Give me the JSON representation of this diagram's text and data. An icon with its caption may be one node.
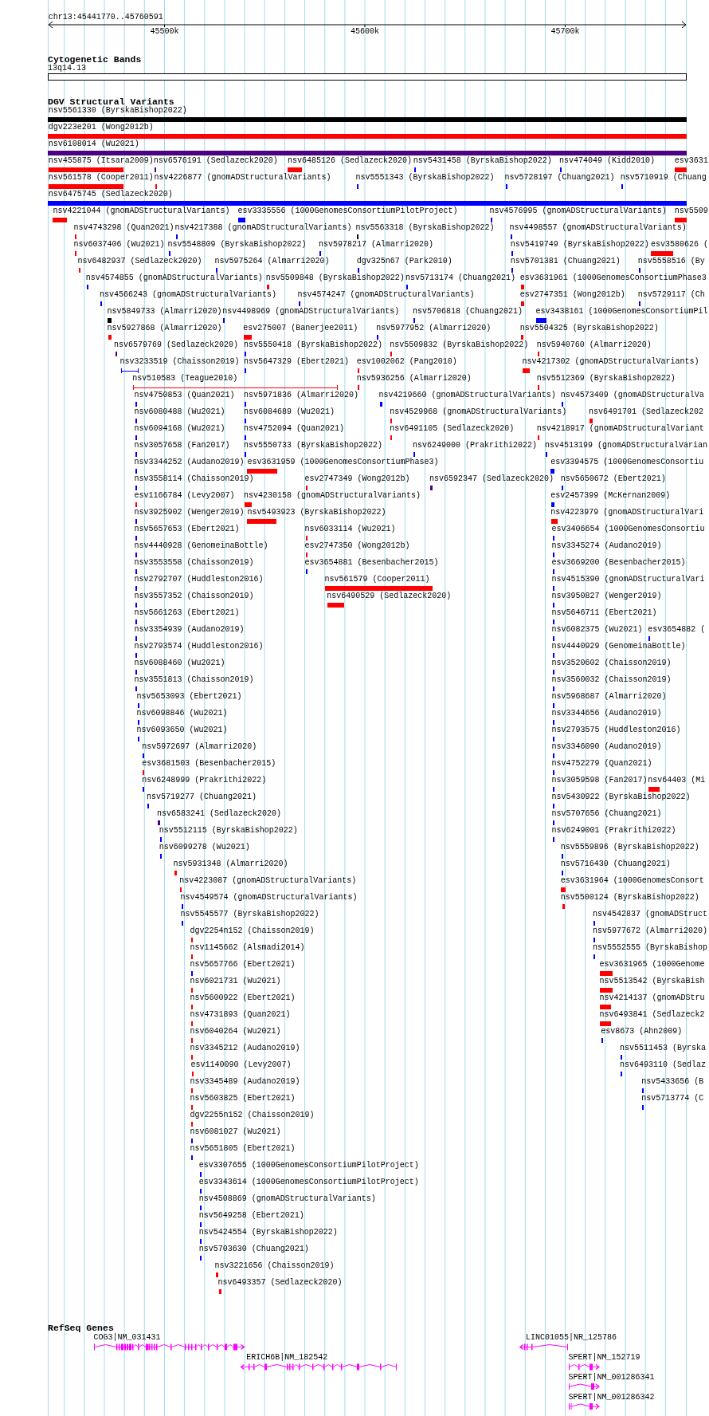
{
  "diagram": {
    "labels": [
      "chr13:45441770..45760591",
      "45500k",
      "45600k",
      "45700k",
      "Cytogenetic Bands",
      "13q14.13",
      "DGV Structural Variants",
      "nsv5561330 (ByrskaBishop2022)",
      "dgv223e201 (Wong2012b)",
      "nsv6108014 (Wu2021)",
      "nsv455875 (Itsara2009)",
      "nsv6576191 (Sedlazeck2020)",
      "nsv6485126 (Sedlazeck2020)",
      "nsv5431458 (ByrskaBishop2022)",
      "nsv474049 (Kidd2010)",
      "esv3631",
      "nsv561578 (Cooper2011)",
      "nsv4226877 (gnomADStructuralVariants)",
      "nsv5551343 (ByrskaBishop2022)",
      "nsv5728197 (Chuang2021)",
      "nsv5710919 (Chuang",
      "nsv6475745 (Sedlazeck2020)",
      "nsv4221044 (gnomADStructuralVariants)",
      "esv3335556 (1000GenomesConsortiumPilotProject)",
      "nsv4576995 (gnomADStructuralVariants)",
      "nsv5509",
      "nsv4743298 (Quan2021)",
      "nsv4217388 (gnomADStructuralVariants)",
      "nsv5563318 (ByrskaBishop2022)",
      "nsv4498557 (gnomADStructuralVariants)",
      "nsv6037406 (Wu2021)",
      "nsv5548809 (ByrskaBishop2022)",
      "nsv5978217 (Almarri2020)",
      "nsv5419749 (ByrskaBishop2022)",
      "esv3580626 (",
      "nsv6482937 (Sedlazeck2020)",
      "nsv5975264 (Almarri2020)",
      "dgv325n67 (Park2010)",
      "nsv5701381 (Chuang2021)",
      "nsv5558516 (By",
      "nsv4574855 (gnomADStructuralVariants)",
      "nsv5509848 (ByrskaBishop2022)",
      "nsv5713174 (Chuang2021)",
      "esv3631961 (1000GenomesConsortiumPhase3",
      "nsv4566243 (gnomADStructuralVariants)",
      "nsv4574247 (gnomADStructuralVariants)",
      "esv2747351 (Wong2012b)",
      "nsv5729117 (Ch",
      "nsv5849733 (Almarri2020)",
      "nsv4498969 (gnomADStructuralVariants)",
      "nsv5706818 (Chuang2021)",
      "esv3438161 (1000GenomesConsortiumPil",
      "nsv5927868 (Almarri2020)",
      "esv275007 (Banerjee2011)",
      "nsv5977952 (Almarri2020)",
      "nsv5504325 (ByrskaBishop2022)",
      "nsv6579769 (Sedlazeck2020)",
      "nsv5550418 (ByrskaBishop2022)",
      "nsv5509832 (ByrskaBishop2022)",
      "nsv5940760 (Almarri2020)",
      "nsv3233519 (Chaisson2019)",
      "nsv5647329 (Ebert2021)",
      "esv1002062 (Pang2010)",
      "nsv4217302 (gnomADStructuralVariants)",
      "nsv510583 (Teague2010)",
      "nsv5936256 (Almarri2020)",
      "nsv5512369 (ByrskaBishop2022)",
      "nsv4750853 (Quan2021)",
      "nsv5971836 (Almarri2020)",
      "nsv4219660 (gnomADStructuralVariants)",
      "nsv4573409 (gnomADStructuralVa",
      "nsv6080488 (Wu2021)",
      "nsv6084689 (Wu2021)",
      "nsv4529968 (gnomADStructuralVariants)",
      "nsv6491701 (Sedlazeck202",
      "nsv6094168 (Wu2021)",
      "nsv4752094 (Quan2021)",
      "nsv6491105 (Sedlazeck2020)",
      "nsv4218917 (gnomADStructuralVariant",
      "nsv3057658 (Fan2017)",
      "nsv5550733 (ByrskaBishop2022)",
      "nsv6249000 (Prakrithi2022)",
      "nsv4513199 (gnomADStructuralVarian",
      "nsv3344252 (Audano2019)",
      "esv3631959 (1000GenomesConsortiumPhase3)",
      "esv3394575 (1000GenomesConsortiu",
      "nsv3558114 (Chaisson2019)",
      "esv2747349 (Wong2012b)",
      "nsv6592347 (Sedlazeck2020)",
      "nsv5650672 (Ebert2021)",
      "esv1166784 (Levy2007)",
      "nsv4230158 (gnomADStructuralVariants)",
      "esv2457399 (McKernan2009)",
      "nsv3925902 (Wenger2019)",
      "nsv5493923 (ByrskaBishop2022)",
      "nsv4223979 (gnomADStructuralVari",
      "nsv5657653 (Ebert2021)",
      "nsv6033114 (Wu2021)",
      "esv3406654 (1000GenomesConsortiu",
      "nsv4440928 (GenomeinaBottle)",
      "esv2747350 (Wong2012b)",
      "nsv3345274 (Audano2019)",
      "nsv3553558 (Chaisson2019)",
      "esv3654881 (Besenbacher2015)",
      "esv3669200 (Besenbacher2015)",
      "nsv2792707 (Huddleston2016)",
      "nsv561579 (Cooper2011)",
      "nsv4515390 (gnomADStructuralVari",
      "nsv3557352 (Chaisson2019)",
      "nsv6490529 (Sedlazeck2020)",
      "nsv3950827 (Wenger2019)",
      "nsv5661263 (Ebert2021)",
      "nsv5646711 (Ebert2021)",
      "nsv3354939 (Audano2019)",
      "nsv6082375 (Wu2021)",
      "esv3654882 (",
      "nsv2793574 (Huddleston2016)",
      "nsv4440929 (GenomeinaBottle)",
      "nsv6088460 (Wu2021)",
      "nsv3520602 (Chaisson2019)",
      "nsv3551813 (Chaisson2019)",
      "nsv3560032 (Chaisson2019)",
      "nsv5653093 (Ebert2021)",
      "nsv5968687 (Almarri2020)",
      "nsv6098846 (Wu2021)",
      "nsv3344656 (Audano2019)",
      "nsv6093650 (Wu2021)",
      "nsv2793575 (Huddleston2016)",
      "nsv5972697 (Almarri2020)",
      "nsv3346090 (Audano2019)",
      "esv3681503 (Besenbacher2015)",
      "nsv4752279 (Quan2021)",
      "nsv6248999 (Prakrithi2022)",
      "nsv3059598 (Fan2017)",
      "nsv64403 (Mi",
      "nsv5719277 (Chuang2021)",
      "nsv5430922 (ByrskaBishop2022)",
      "nsv6583241 (Sedlazeck2020)",
      "nsv5707656 (Chuang2021)",
      "nsv5512115 (ByrskaBishop2022)",
      "nsv6249001 (Prakrithi2022)",
      "nsv6099278 (Wu2021)",
      "nsv5559896 (ByrskaBishop2022)",
      "nsv5931348 (Almarri2020)",
      "nsv5716430 (Chuang2021)",
      "nsv4223087 (gnomADStructuralVariants)",
      "esv3631964 (1000GenomesConsort",
      "nsv4549574 (gnomADStructuralVariants)",
      "nsv5500124 (ByrskaBishop2022)",
      "nsv5545577 (ByrskaBishop2022)",
      "nsv4542837 (gnomADStruct",
      "dgv2254n152 (Chaisson2019)",
      "nsv5977672 (Almarri2020)",
      "nsv1145662 (Alsmadi2014)",
      "nsv5552555 (ByrskaBishop",
      "nsv5657766 (Ebert2021)",
      "esv3631965 (1000Genome",
      "nsv6021731 (Wu2021)",
      "nsv5513542 (ByrskaBish",
      "nsv5600922 (Ebert2021)",
      "nsv4214137 (gnomADStru",
      "nsv4731893 (Quan2021)",
      "nsv6493841 (Sedlazeck2",
      "nsv6040264 (Wu2021)",
      "esv8673 (Ahn2009)",
      "nsv3345212 (Audano2019)",
      "nsv5511453 (Byrska",
      "esv1140090 (Levy2007)",
      "nsv6493110 (Sedlaz",
      "nsv3345489 (Audano2019)",
      "nsv5433656 (B",
      "nsv5603825 (Ebert2021)",
      "nsv5713774 (C",
      "dgv2255n152 (Chaisson2019)",
      "nsv6081027 (Wu2021)",
      "nsv5651805 (Ebert2021)",
      "esv3307655 (1000GenomesConsortiumPilotProject)",
      "esv3343614 (1000GenomesConsortiumPilotProject)",
      "nsv4508869 (gnomADStructuralVariants)",
      "nsv5649258 (Ebert2021)",
      "nsv5424554 (ByrskaBishop2022)",
      "nsv5703630 (Chuang2021)",
      "nsv3221656 (Chaisson2019)",
      "nsv6493357 (Sedlazeck2020)",
      "RefSeq Genes",
      "COG3|NM_031431",
      "LINC01055|NR_125786",
      "ERICH6B|NM_182542",
      "SPERT|NM_152719",
      "SPERT|NM_001286341",
      "SPERT|NM_001286342"
    ]
  }
}
